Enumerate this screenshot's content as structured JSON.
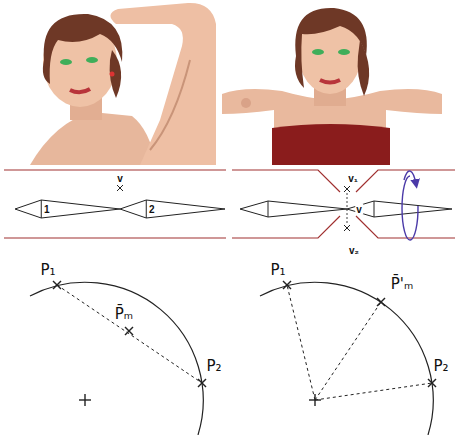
{
  "diagram": {
    "nodes": [
      {
        "text": [
          "1"
        ]
      },
      {
        "text": [
          "2"
        ]
      }
    ],
    "labels": [
      "v",
      "v₁",
      "v",
      "v₂",
      "P₁",
      "P̄ₘ",
      "P₂",
      "P₁",
      "P̄'ₘ",
      "P₂"
    ]
  }
}
